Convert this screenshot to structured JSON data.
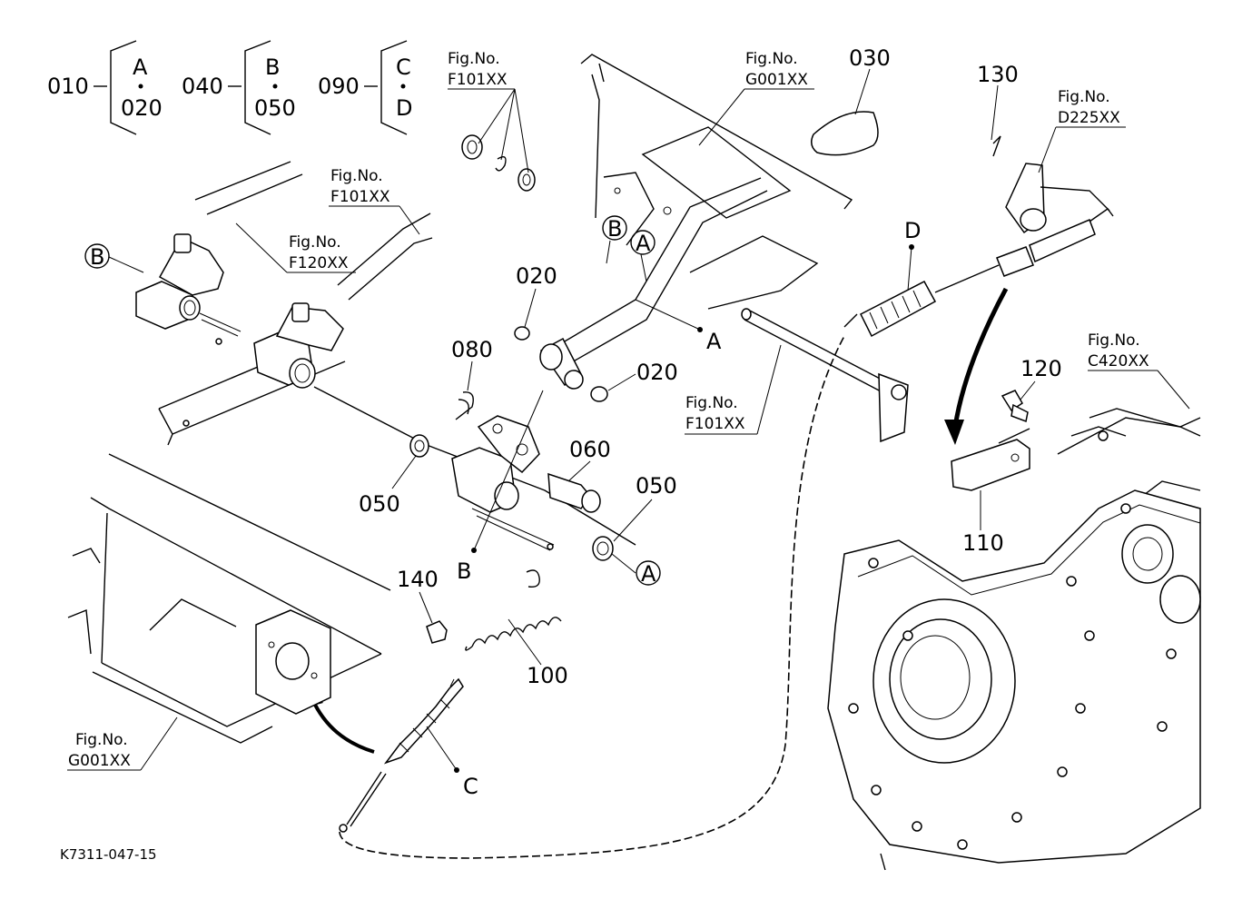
{
  "ranges": [
    {
      "part": "010",
      "top": "A",
      "bottom": "020"
    },
    {
      "part": "040",
      "top": "B",
      "bottom": "050"
    },
    {
      "part": "090",
      "top": "C",
      "bottom": "D"
    }
  ],
  "fig_refs": {
    "f101_top": {
      "label": "Fig.No.",
      "code": "F101XX"
    },
    "g001_top": {
      "label": "Fig.No.",
      "code": "G001XX"
    },
    "f101_left": {
      "label": "Fig.No.",
      "code": "F101XX"
    },
    "f120": {
      "label": "Fig.No.",
      "code": "F120XX"
    },
    "d225": {
      "label": "Fig.No.",
      "code": "D225XX"
    },
    "c420": {
      "label": "Fig.No.",
      "code": "C420XX"
    },
    "f101_mid": {
      "label": "Fig.No.",
      "code": "F101XX"
    },
    "g001_bottom": {
      "label": "Fig.No.",
      "code": "G001XX"
    }
  },
  "parts": {
    "p030": "030",
    "p130": "130",
    "p020_a": "020",
    "p020_b": "020",
    "p080": "080",
    "p060": "060",
    "p050_a": "050",
    "p050_b": "050",
    "p120": "120",
    "p110": "110",
    "p140": "140",
    "p100": "100"
  },
  "points": {
    "b_circle_left": "B",
    "b_circle_pedal": "B",
    "a_circle_pedal": "A",
    "a_circle_bottom": "A",
    "a_dot": "A",
    "b_dot": "B",
    "c_dot": "C",
    "d_dot": "D"
  },
  "drawing_code": "K7311-047-15"
}
